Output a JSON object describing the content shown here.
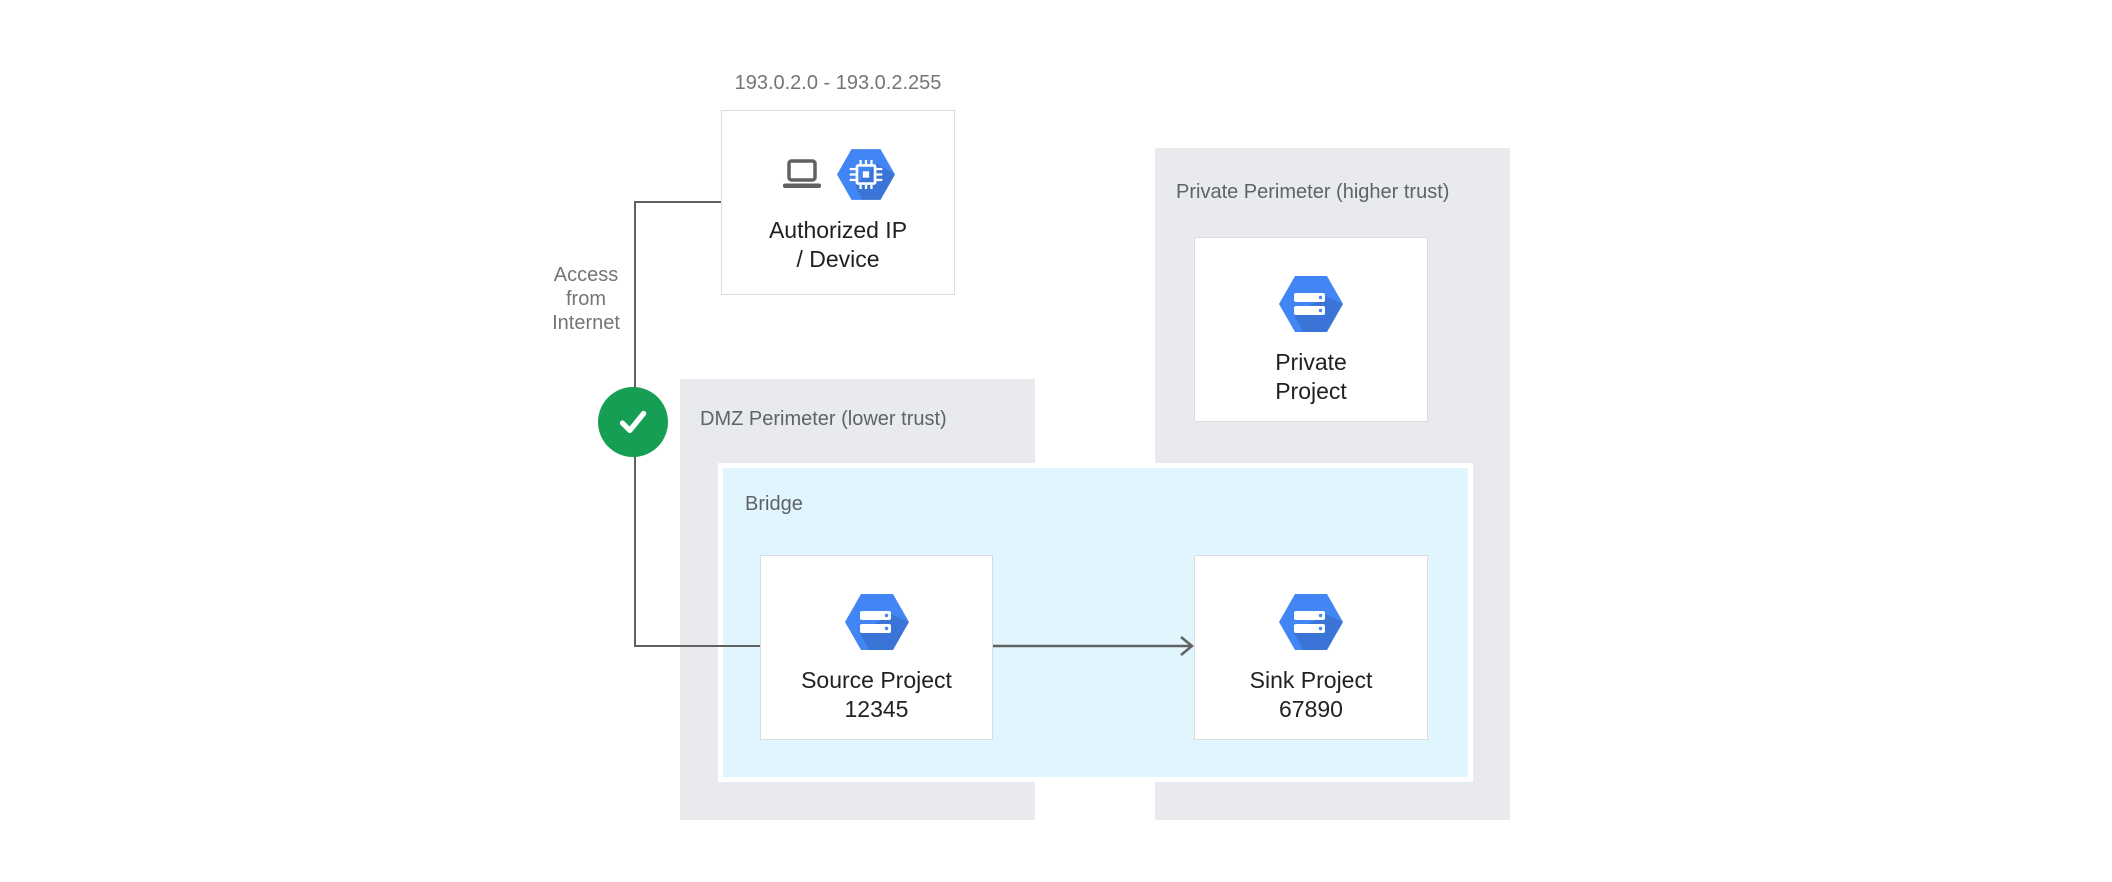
{
  "diagram": {
    "ip_range_label": "193.0.2.0 - 193.0.2.255",
    "access_label": {
      "line1": "Access",
      "line2": "from",
      "line3": "Internet"
    },
    "containers": {
      "dmz": {
        "label": "DMZ Perimeter (lower trust)"
      },
      "private_perimeter": {
        "label": "Private Perimeter (higher trust)"
      },
      "bridge": {
        "label": "Bridge"
      }
    },
    "nodes": {
      "authorized": {
        "line1": "Authorized IP",
        "line2": "/ Device"
      },
      "source": {
        "line1": "Source Project",
        "line2": "12345"
      },
      "sink": {
        "line1": "Sink Project",
        "line2": "67890"
      },
      "private": {
        "line1": "Private",
        "line2": "Project"
      }
    },
    "icons": {
      "laptop": "laptop-icon",
      "compute_engine": "compute-engine-chip-icon",
      "project": "project-hexagon-icon",
      "check": "check-icon",
      "arrow": "arrow-right-icon"
    },
    "colors": {
      "hexagon_blue": "#4285F4",
      "check_green": "#169E54",
      "bridge_fill": "#E1F5FE",
      "bridge_border": "#FFFFFF",
      "perimeter_fill": "#E8EAED",
      "card_border": "#DADCE0",
      "connector_gray": "#616161",
      "annotation_gray": "#757575",
      "container_label_gray": "#5F6368",
      "node_text": "#212121"
    }
  }
}
